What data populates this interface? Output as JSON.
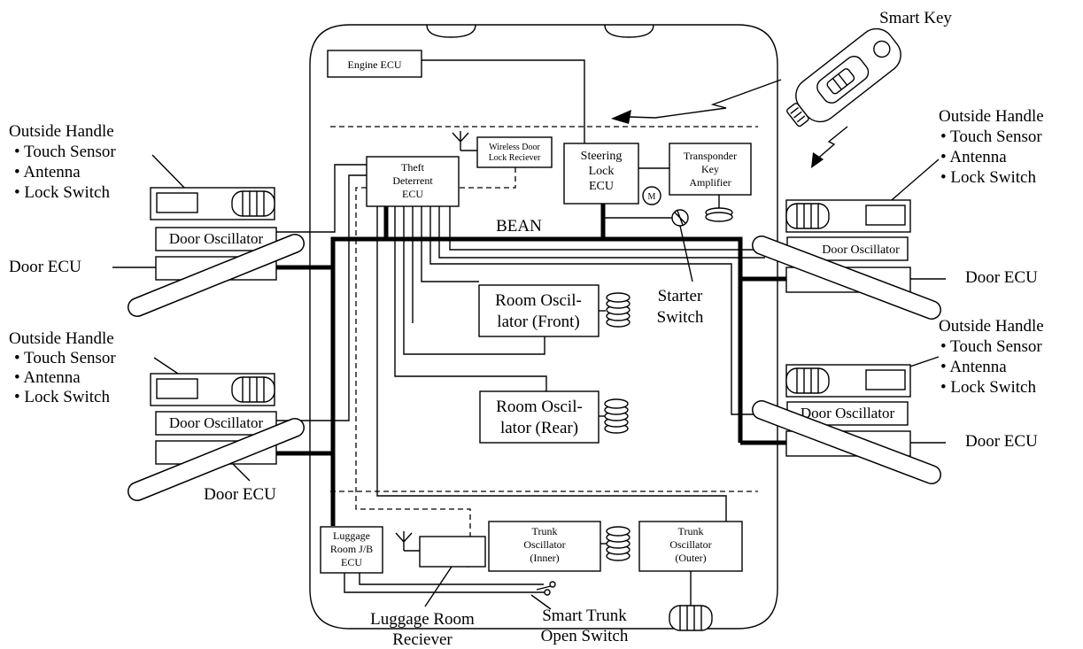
{
  "labels": {
    "smart_key": "Smart Key",
    "outside_handle": "Outside Handle",
    "touch_sensor": "• Touch Sensor",
    "antenna": "• Antenna",
    "lock_switch": "• Lock Switch",
    "door_oscillator": "Door Oscillator",
    "door_ecu": "Door ECU",
    "engine_ecu": "Engine ECU",
    "theft_deterrent_ecu": [
      "Theft",
      "Deterrent",
      "ECU"
    ],
    "wireless_receiver": [
      "Wireless Door",
      "Lock Reciever"
    ],
    "steering_lock_ecu": [
      "Steering",
      "Lock",
      "ECU"
    ],
    "transponder_amp": [
      "Transponder",
      "Key",
      "Amplifier"
    ],
    "motor": "M",
    "bean": "BEAN",
    "starter_switch": [
      "Starter",
      "Switch"
    ],
    "room_osc_front": [
      "Room Oscil-",
      "lator (Front)"
    ],
    "room_osc_rear": [
      "Room Oscil-",
      "lator (Rear)"
    ],
    "luggage_jb_ecu": [
      "Luggage",
      "Room J/B",
      "ECU"
    ],
    "trunk_osc_inner": [
      "Trunk",
      "Oscillator",
      "(Inner)"
    ],
    "trunk_osc_outer": [
      "Trunk",
      "Oscillator",
      "(Outer)"
    ],
    "luggage_receiver": [
      "Luggage Room",
      "Reciever"
    ],
    "smart_trunk_switch": [
      "Smart Trunk",
      "Open Switch"
    ]
  }
}
